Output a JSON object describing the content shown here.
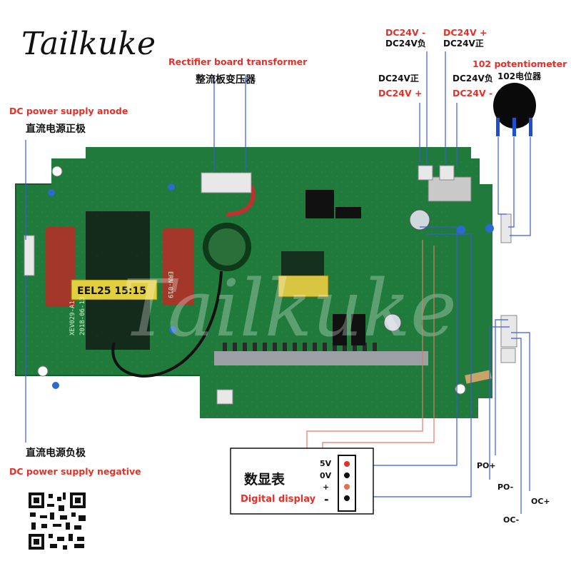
{
  "brand": "Tailkuke",
  "watermark": "Tailkuke",
  "labels": {
    "rectifier_en": "Rectifier board transformer",
    "rectifier_cn": "整流板变压器",
    "dc_anode_en": "DC power supply anode",
    "dc_anode_cn": "直流电源正极",
    "dc_negative_cn": "直流电源负极",
    "dc_negative_en": "DC power supply negative",
    "top_left_minus_en": "DC24V -",
    "top_left_minus_cn": "DC24V负",
    "top_right_plus_en": "DC24V +",
    "top_right_plus_cn": "DC24V正",
    "mid_left_plus_cn": "DC24V正",
    "mid_left_plus_en": "DC24V +",
    "mid_right_minus_cn": "DC24V负",
    "mid_right_minus_en": "DC24V -",
    "pot_en": "102 potentiometer",
    "pot_cn": "102电位器"
  },
  "display": {
    "title": "数显表",
    "subtitle": "Digital display",
    "pins": [
      {
        "label": "5V",
        "color": "#e0322a"
      },
      {
        "label": "0V",
        "color": "#111111"
      },
      {
        "label": "+",
        "color": "#e07050"
      },
      {
        "label": "-",
        "color": "#111111"
      }
    ]
  },
  "io": {
    "po_plus": "PO+",
    "po_minus": "PO-",
    "oc_plus": "OC+",
    "oc_minus": "OC-"
  },
  "board": {
    "silk": [
      "EEL25 15:15",
      "XEV029-A1",
      "2018-06-13",
      "ERN-019"
    ]
  },
  "colors": {
    "pcb": "#1f7a3c",
    "pcb_light": "#2e9a4e",
    "label_red": "#e0322a",
    "wire_blue": "#3b5bd6",
    "wire_red": "#e07a6a"
  }
}
